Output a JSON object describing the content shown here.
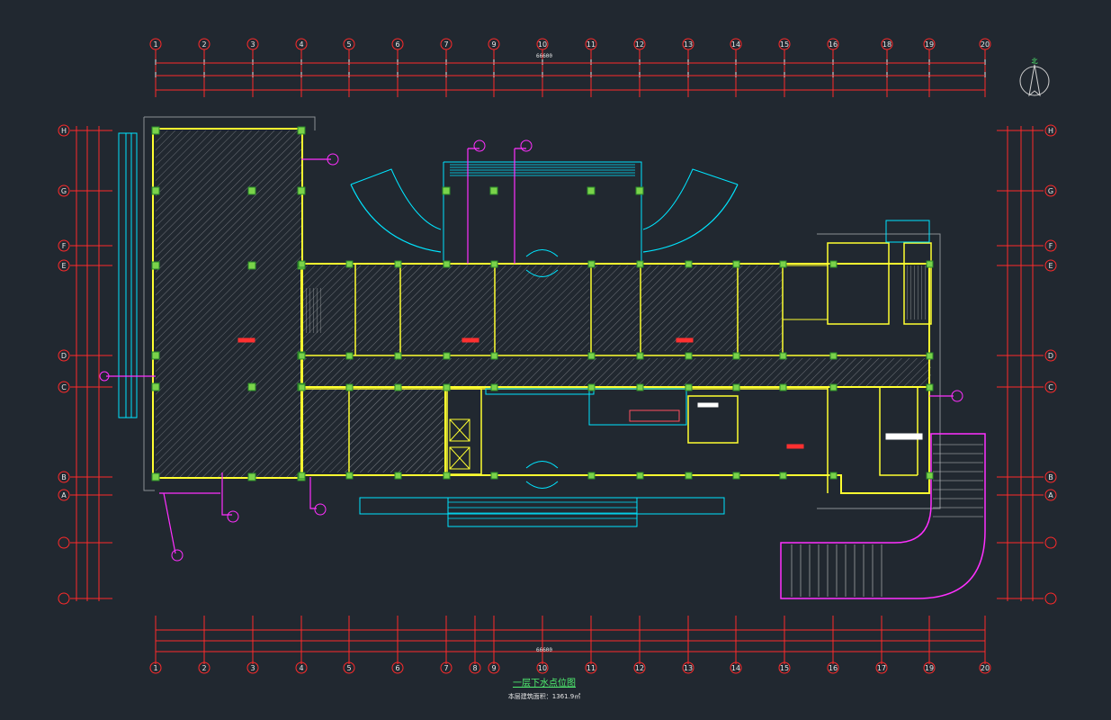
{
  "colors": {
    "background": "#212830",
    "grid": "#ff2a2a",
    "column": "#f2f020",
    "partition": "#ffff30",
    "outline": "#00e5ff",
    "hatch": "#6d7178",
    "pipe": "#ff30ff",
    "text_green": "#50f070",
    "text_red": "#ff3030",
    "text_white": "#e8e8e8"
  },
  "grid_top": [
    "1",
    "2",
    "3",
    "4",
    "5",
    "6",
    "7",
    "9",
    "10",
    "11",
    "12",
    "13",
    "14",
    "15",
    "16",
    "18",
    "19",
    "20"
  ],
  "grid_bottom": [
    "1",
    "2",
    "3",
    "4",
    "5",
    "6",
    "7",
    "8",
    "9",
    "10",
    "11",
    "12",
    "13",
    "14",
    "15",
    "16",
    "17",
    "19",
    "20"
  ],
  "grid_rows": [
    "H",
    "G",
    "F",
    "E",
    "D",
    "C",
    "B",
    "A"
  ],
  "overall_dimension_top": "66600",
  "overall_dimension_bottom": "66600",
  "title": "一层下水点位图",
  "subtitle": "本层建筑面积：1361.9㎡",
  "north_label": "北"
}
